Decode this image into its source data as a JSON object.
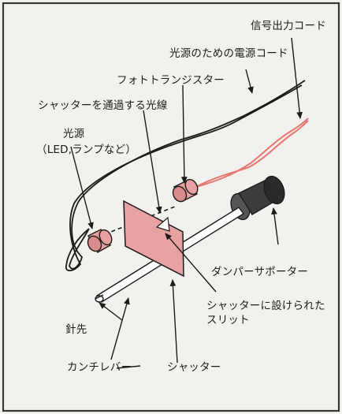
{
  "labels": {
    "signal_cord": "信号出力コード",
    "power_cord": "光源のための電源コード",
    "phototransistor": "フォトトランジスター",
    "light_beam": "シャッターを通過する光線",
    "light_source": "光源",
    "light_source_note": "（LED,ランプなど）",
    "damper": "ダンパーサポーター",
    "slit_line1": "シャッターに設けられた",
    "slit_line2": "スリット",
    "stylus_tip": "針先",
    "cantilever": "カンチレバー",
    "shutter": "シャッター"
  },
  "colors": {
    "background": "#f2f1ed",
    "border": "#3a3835",
    "ink": "#1e1c1a",
    "shutter_fill": "#e8a2a2",
    "signal_cord": "#e4766f",
    "damper_fill": "#3c3c3c",
    "component_fill": "#e79f9f"
  }
}
